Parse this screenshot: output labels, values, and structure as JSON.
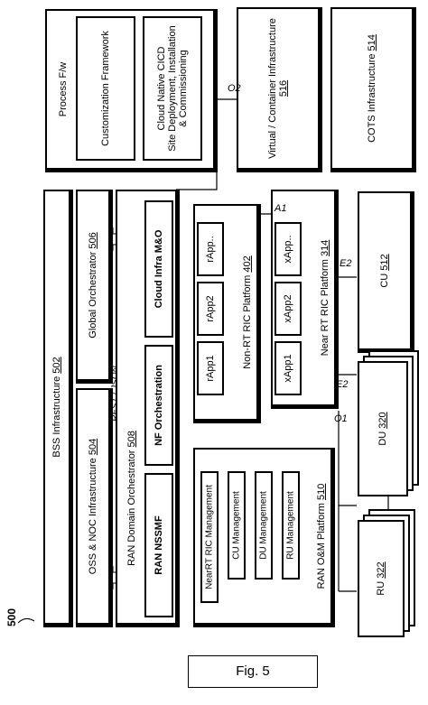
{
  "diagram": {
    "figure_ref": "500",
    "caption": "Fig. 5",
    "process_fw": {
      "title": "Process F/w",
      "customization": "Customization Framework",
      "cicd_line1": "Cloud Native CICD",
      "cicd_line2": "Site Deployment, Installation",
      "cicd_line3": "& Commissioning"
    },
    "virtual_infra": {
      "label": "Virtual / Container Infrastructure",
      "ref": "516"
    },
    "cots_infra": {
      "label": "COTS Infrastructure",
      "ref": "514"
    },
    "bss": {
      "label": "BSS Infrastructure",
      "ref": "502"
    },
    "global_orch": {
      "label": "Global Orchestrator",
      "ref": "506"
    },
    "oss_noc": {
      "label": "OSS & NOC Infrastructure",
      "ref": "504"
    },
    "rest_json": "REST / JSON",
    "ran_domain": {
      "label": "RAN Domain Orchestrator",
      "ref": "508",
      "cloud_mo": "Cloud Infra M&O",
      "nf_orch": "NF Orchestration",
      "ran_nssmf": "RAN NSSMF"
    },
    "non_rt_ric": {
      "label": "Non-RT RIC Platform",
      "ref": "402",
      "apps": [
        "rApp..",
        "rApp2",
        "rApp1"
      ]
    },
    "near_rt_ric": {
      "label": "Near RT RIC Platform",
      "ref": "314",
      "apps": [
        "xApp..",
        "xApp2",
        "xApp1"
      ]
    },
    "oam": {
      "label": "RAN O&M Platform",
      "ref": "510",
      "items": [
        "NearRT RIC Management",
        "CU Management",
        "DU Management",
        "RU Management"
      ]
    },
    "cu": {
      "label": "CU",
      "ref": "512"
    },
    "du": {
      "label": "DU",
      "ref": "320"
    },
    "ru": {
      "label": "RU",
      "ref": "322"
    },
    "interfaces": {
      "o2": "O2",
      "a1": "A1",
      "e2_top": "E2",
      "e2_bottom": "E2",
      "o1": "O1"
    }
  }
}
